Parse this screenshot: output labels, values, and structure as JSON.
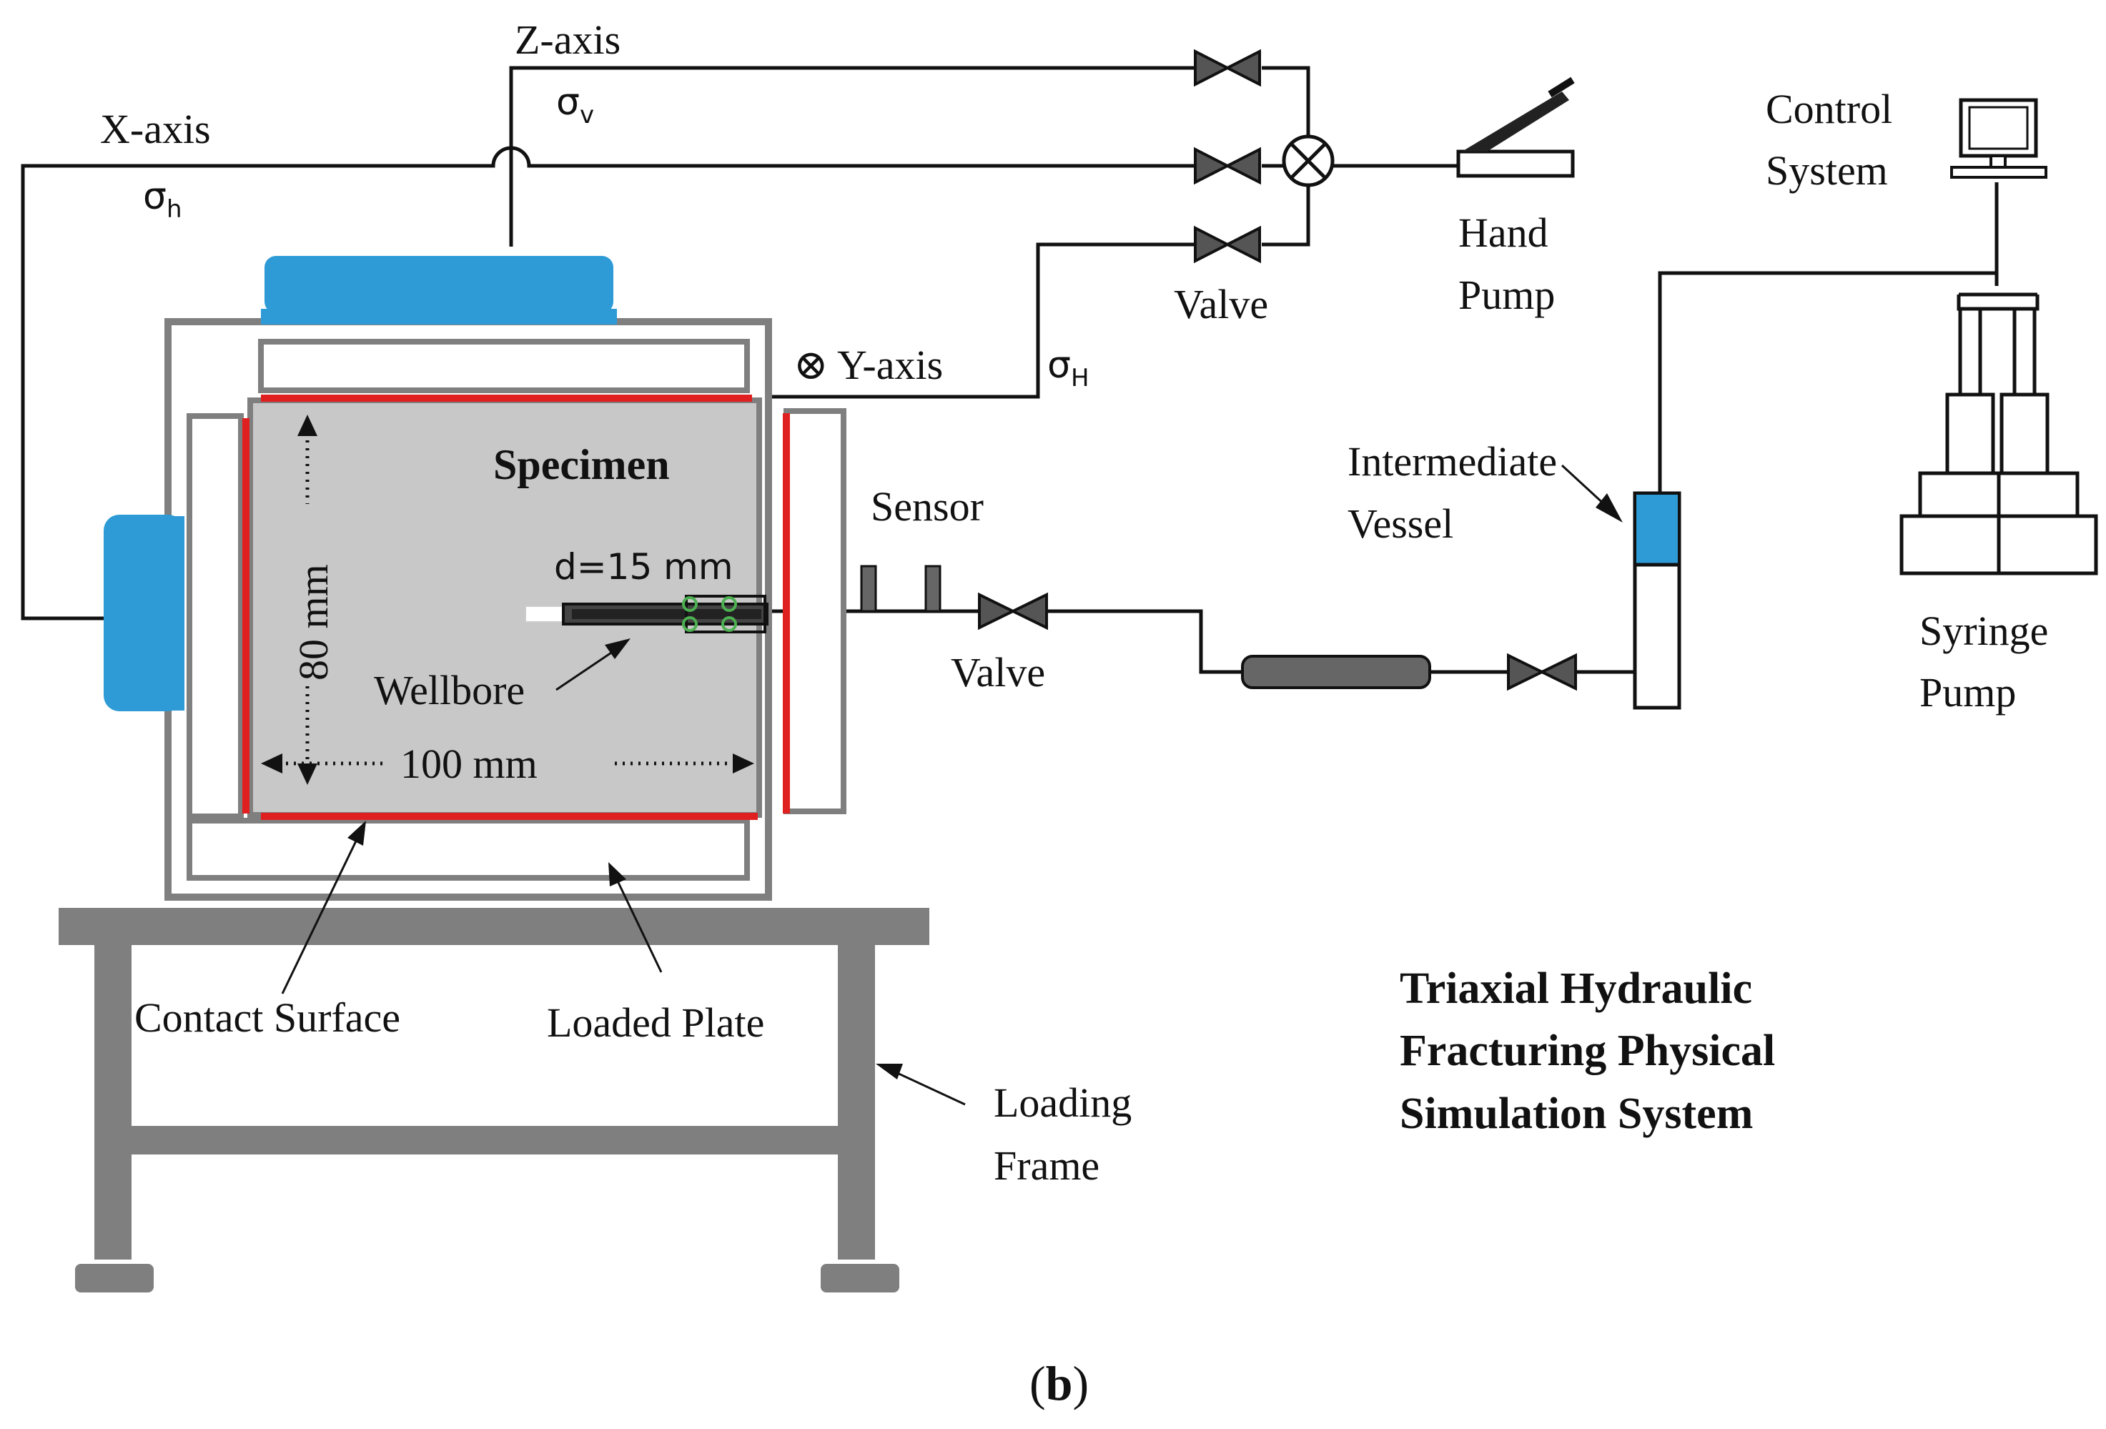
{
  "labels": {
    "z_axis": "Z-axis",
    "sigma_v": "σ",
    "sigma_v_sub": "v",
    "x_axis": "X-axis",
    "sigma_h": "σ",
    "sigma_h_sub": "h",
    "y_axis": "⊗ Y-axis",
    "sigma_H": "σ",
    "sigma_H_sub": "H",
    "valve_top": "Valve",
    "hand_pump_line1": "Hand",
    "hand_pump_line2": "Pump",
    "control_line1": "Control",
    "control_line2": "System",
    "specimen": "Specimen",
    "dim_80": "80 mm",
    "d15": "d=15 mm",
    "wellbore": "Wellbore",
    "dim_100": "100 mm",
    "sensor": "Sensor",
    "valve_mid": "Valve",
    "intermediate_line1": "Intermediate",
    "intermediate_line2": "Vessel",
    "syringe_line1": "Syringe",
    "syringe_line2": "Pump",
    "contact_surface": "Contact Surface",
    "loaded_plate": "Loaded Plate",
    "loading_line1": "Loading",
    "loading_line2": "Frame",
    "system_title_line1": "Triaxial Hydraulic",
    "system_title_line2": "Fracturing Physical",
    "system_title_line3": "Simulation System",
    "panel_open": "(",
    "panel_letter": "b",
    "panel_close": ")"
  },
  "colors": {
    "line": "#111111",
    "frame_gray": "#7f7f7f",
    "specimen_fill": "#c8c8c8",
    "contact_red": "#e02020",
    "piston_blue": "#2e9bd6",
    "seal_green": "#4caf50"
  }
}
